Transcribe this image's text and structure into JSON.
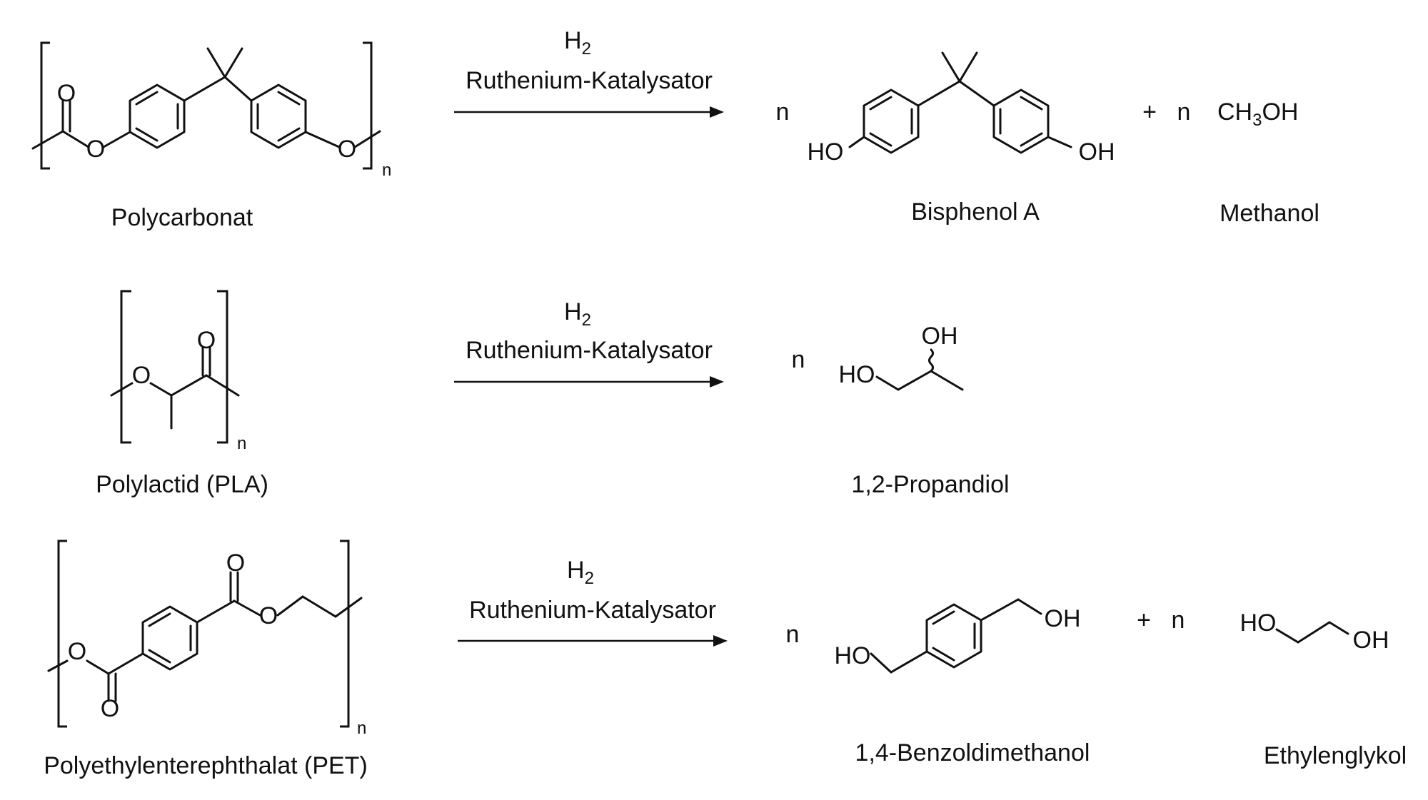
{
  "reactions": [
    {
      "reactant": "Polycarbonat",
      "reagent": "H",
      "reagent_sub": "2",
      "catalyst": "Ruthenium-Katalysator",
      "coefficient": "n",
      "product1": "Bisphenol A",
      "plus": "+",
      "coefficient2": "n",
      "product2_formula": {
        "a": "CH",
        "sub": "3",
        "b": "OH"
      },
      "product2": "Methanol"
    },
    {
      "reactant": "Polylactid (PLA)",
      "reagent": "H",
      "reagent_sub": "2",
      "catalyst": "Ruthenium-Katalysator",
      "coefficient": "n",
      "product1": "1,2-Propandiol"
    },
    {
      "reactant": "Polyethylenterephthalat (PET)",
      "reagent": "H",
      "reagent_sub": "2",
      "catalyst": "Ruthenium-Katalysator",
      "coefficient": "n",
      "product1": "1,4-Benzoldimethanol",
      "plus": "+",
      "coefficient2": "n",
      "product2": "Ethylenglykol"
    }
  ],
  "atoms": {
    "o": "O",
    "oh": "OH",
    "ho": "HO",
    "n": "n"
  }
}
